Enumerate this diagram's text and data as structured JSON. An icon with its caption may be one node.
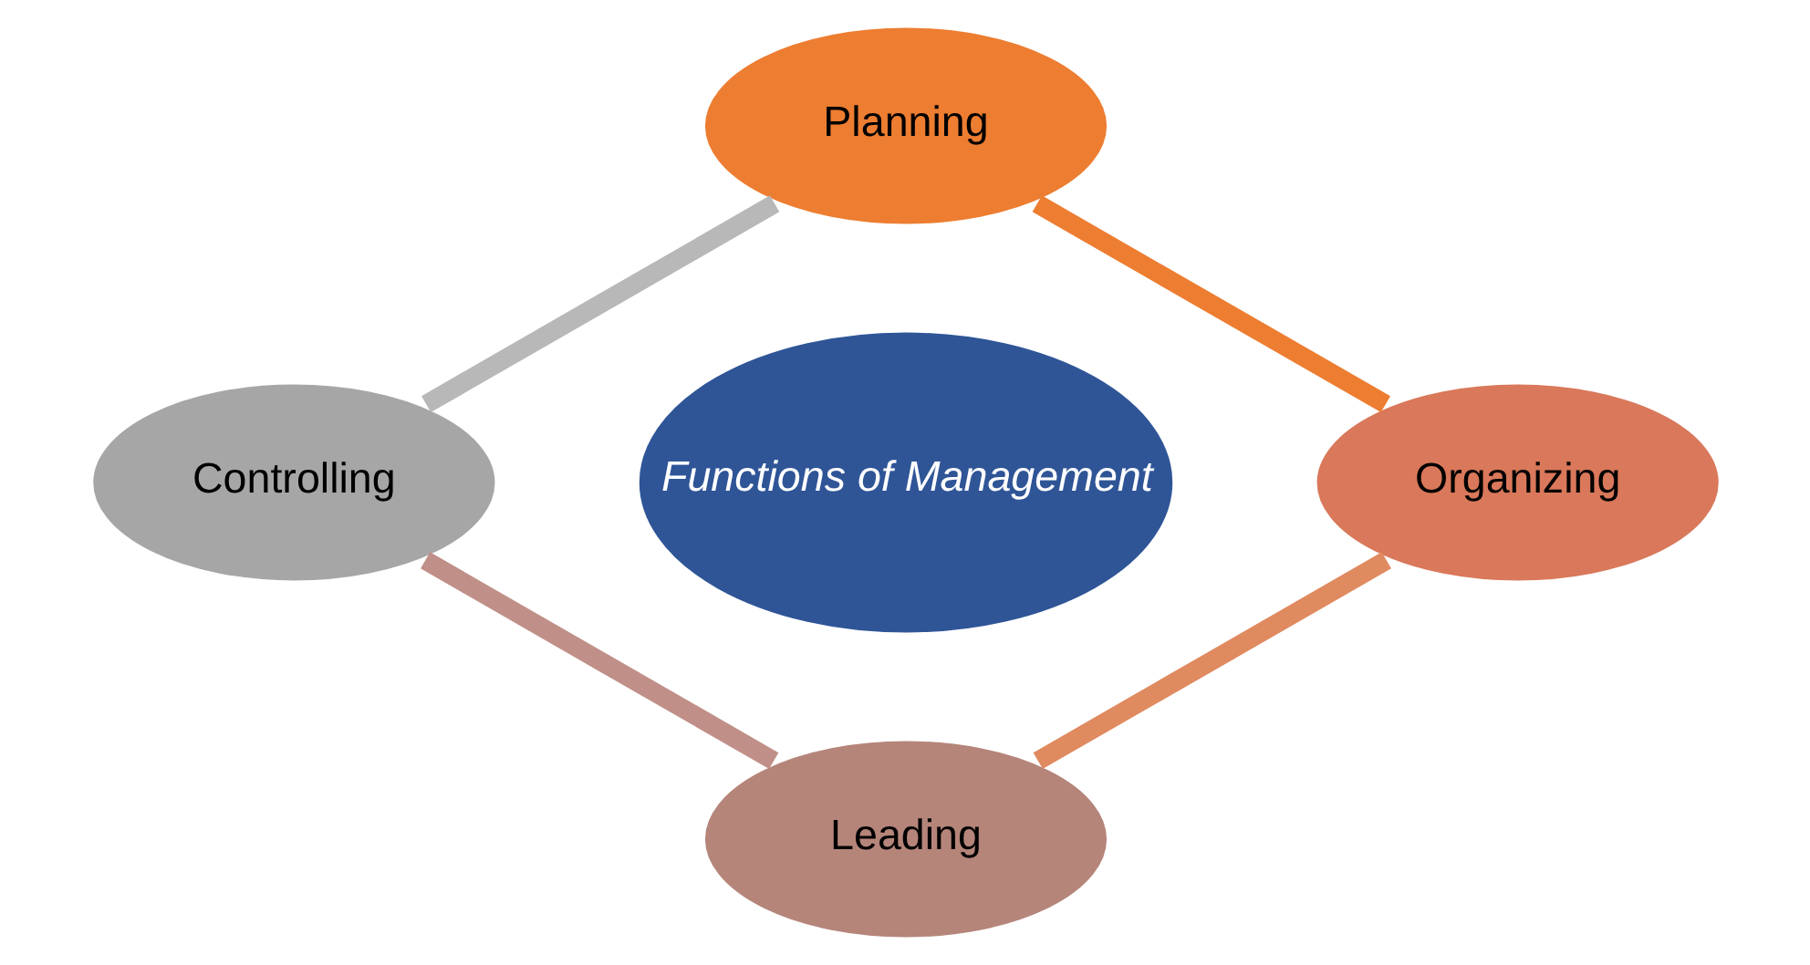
{
  "diagram": {
    "nodes": [
      {
        "text": [
          "Planning"
        ]
      },
      {
        "text": [
          "Organizing"
        ]
      },
      {
        "text": [
          "Leading"
        ]
      },
      {
        "text": [
          "Controlling"
        ]
      },
      {
        "text": [
          "Functions of Management"
        ]
      }
    ],
    "edges": [
      {
        "from": 0,
        "to": 1,
        "arrow": "none",
        "color": "#ed7d31"
      },
      {
        "from": 1,
        "to": 2,
        "arrow": "none",
        "color": "#e08a60"
      },
      {
        "from": 2,
        "to": 3,
        "arrow": "none",
        "color": "#c09088"
      },
      {
        "from": 3,
        "to": 0,
        "arrow": "none",
        "color": "#b8b8b8"
      }
    ]
  }
}
